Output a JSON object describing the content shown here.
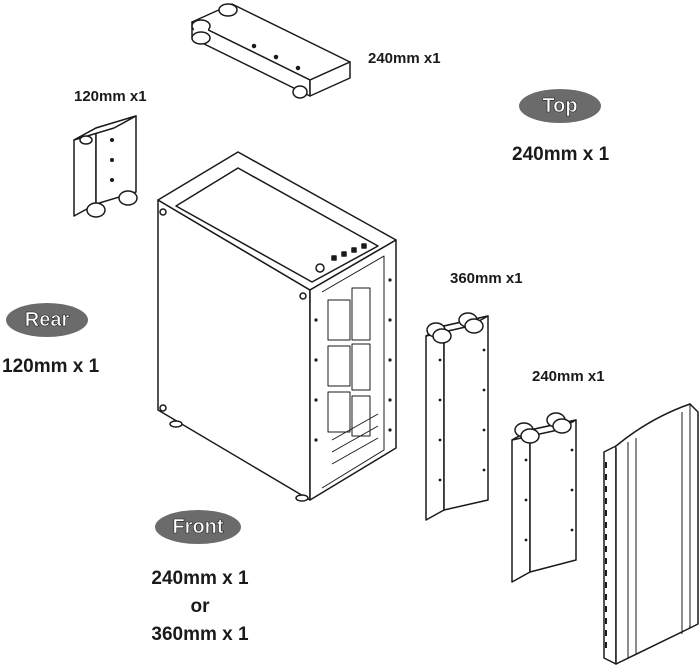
{
  "labels": {
    "top_radiator": "240mm x1",
    "rear_radiator": "120mm x1",
    "front_radiator_360": "360mm x1",
    "front_radiator_240": "240mm x1"
  },
  "zones": {
    "top": {
      "badge": "Top",
      "capacity": "240mm x 1"
    },
    "rear": {
      "badge": "Rear",
      "capacity": "120mm x 1"
    },
    "front": {
      "badge": "Front",
      "capacity_line1": "240mm x 1",
      "capacity_line2": "or",
      "capacity_line3": "360mm x 1"
    }
  },
  "colors": {
    "badge_fill": "#6b6b6b",
    "line": "#1a1a1a"
  }
}
